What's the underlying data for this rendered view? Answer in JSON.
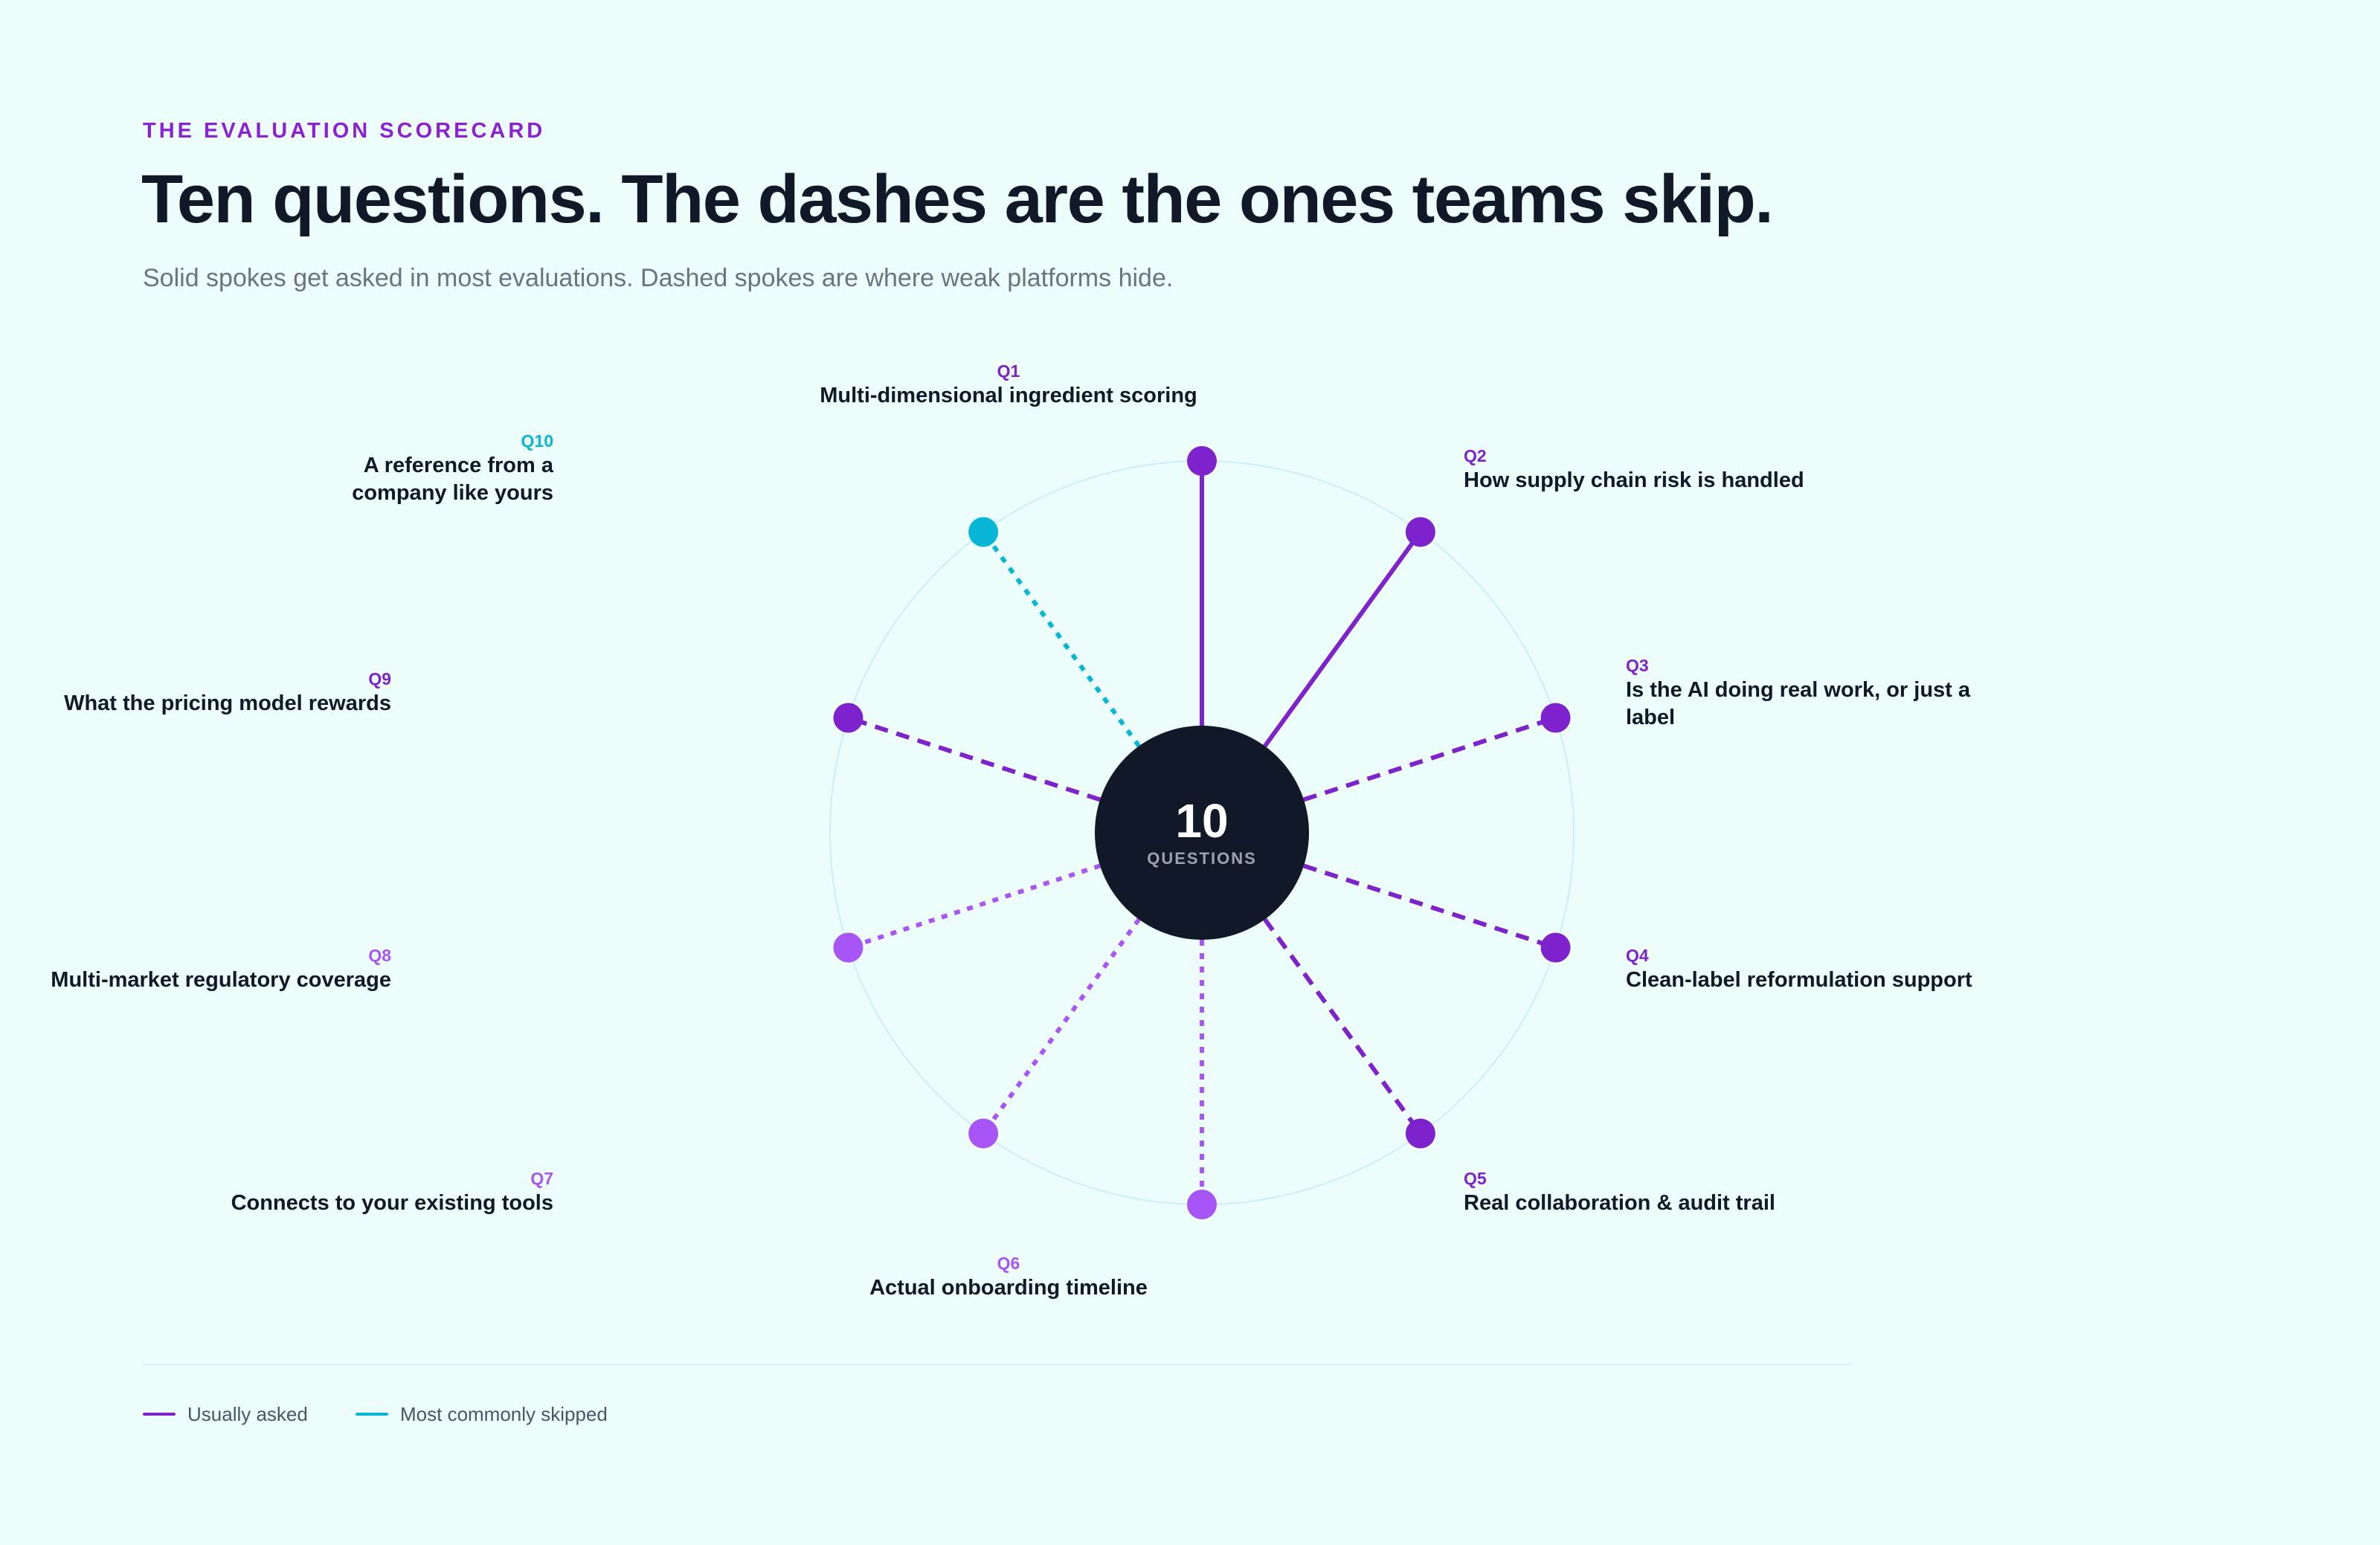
{
  "eyebrow": "THE EVALUATION SCORECARD",
  "title": "Ten questions. The dashes are the ones teams skip.",
  "subtitle": "Solid spokes get asked in most evaluations. Dashed spokes are where weak platforms hide.",
  "hub": {
    "count": "10",
    "label": "QUESTIONS"
  },
  "colors": {
    "background": "#ecfdfc",
    "purple_dark": "#7e22ce",
    "purple_light": "#a855f7",
    "cyan": "#06b6d4",
    "hub": "#111827",
    "ring": "#cdeff3"
  },
  "questions": [
    {
      "id": "Q1",
      "text": "Multi-dimensional ingredient scoring",
      "stroke": "solid",
      "color": "#7e22ce"
    },
    {
      "id": "Q2",
      "text": "How supply chain risk is handled",
      "stroke": "solid",
      "color": "#7e22ce"
    },
    {
      "id": "Q3",
      "text": "Is the AI doing real work, or just a label",
      "stroke": "dashed",
      "color": "#7e22ce"
    },
    {
      "id": "Q4",
      "text": "Clean-label reformulation support",
      "stroke": "dashed",
      "color": "#7e22ce"
    },
    {
      "id": "Q5",
      "text": "Real collaboration & audit trail",
      "stroke": "dashed",
      "color": "#7e22ce"
    },
    {
      "id": "Q6",
      "text": "Actual onboarding timeline",
      "stroke": "dotted",
      "color": "#a855f7"
    },
    {
      "id": "Q7",
      "text": "Connects to your existing tools",
      "stroke": "dotted",
      "color": "#a855f7"
    },
    {
      "id": "Q8",
      "text": "Multi-market regulatory coverage",
      "stroke": "dotted",
      "color": "#a855f7"
    },
    {
      "id": "Q9",
      "text": "What the pricing model rewards",
      "stroke": "dashed",
      "color": "#7e22ce"
    },
    {
      "id": "Q10",
      "text": "A reference from a company like yours",
      "stroke": "dotted",
      "color": "#06b6d4"
    }
  ],
  "legend": [
    {
      "label": "Usually asked",
      "color": "#7e22ce"
    },
    {
      "label": "Most commonly skipped",
      "color": "#06b6d4"
    }
  ]
}
